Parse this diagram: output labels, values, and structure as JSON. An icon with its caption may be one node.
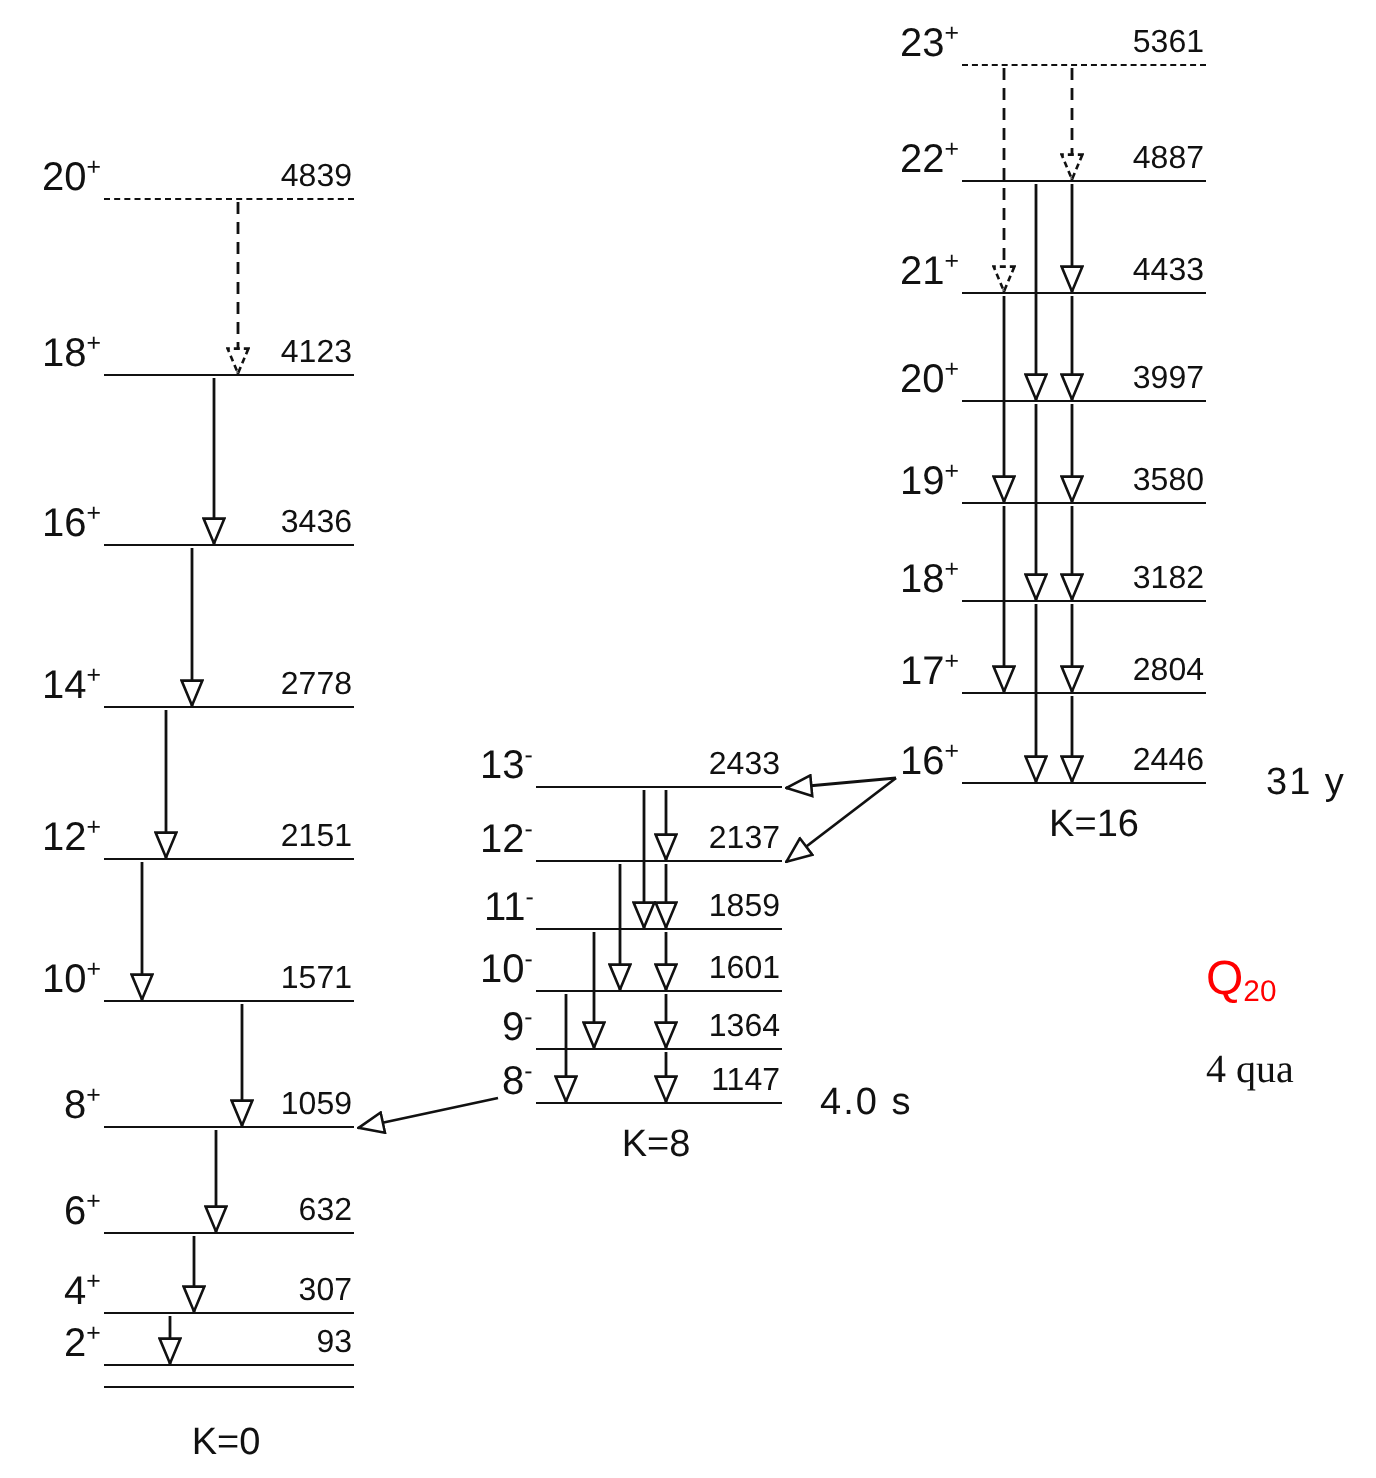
{
  "diagram": {
    "nodes": [
      {
        "text": [
          "20$^{+}$",
          "4839"
        ]
      },
      {
        "text": [
          "18$^{+}$",
          "4123"
        ]
      },
      {
        "text": [
          "16$^{+}$",
          "3436"
        ]
      },
      {
        "text": [
          "14$^{+}$",
          "2778"
        ]
      },
      {
        "text": [
          "12$^{+}$",
          "2151"
        ]
      },
      {
        "text": [
          "10$^{+}$",
          "1571"
        ]
      },
      {
        "text": [
          "8$^{+}$",
          "1059"
        ]
      },
      {
        "text": [
          "6$^{+}$",
          "632"
        ]
      },
      {
        "text": [
          "4$^{+}$",
          "307"
        ]
      },
      {
        "text": [
          "2$^{+}$",
          "93"
        ]
      },
      {
        "text": [],
        "shape": "bar"
      },
      {
        "text": [
          "13$^{-}$",
          "2433"
        ]
      },
      {
        "text": [
          "12$^{-}$",
          "2137"
        ]
      },
      {
        "text": [
          "11$^{-}$",
          "1859"
        ]
      },
      {
        "text": [
          "10$^{-}$",
          "1601"
        ]
      },
      {
        "text": [
          "9$^{-}$",
          "1364"
        ]
      },
      {
        "text": [
          "8$^{-}$",
          "1147"
        ],
        "beside": [
          "4.0 s"
        ]
      },
      {
        "text": [
          "23$^{+}$",
          "5361"
        ]
      },
      {
        "text": [
          "22$^{+}$",
          "4887"
        ]
      },
      {
        "text": [
          "21$^{+}$",
          "4433"
        ]
      },
      {
        "text": [
          "20$^{+}$",
          "3997"
        ]
      },
      {
        "text": [
          "19$^{+}$",
          "3580"
        ]
      },
      {
        "text": [
          "18$^{+}$",
          "3182"
        ]
      },
      {
        "text": [
          "17$^{+}$",
          "2804"
        ]
      },
      {
        "text": [
          "16$^{+}$",
          "2446"
        ],
        "beside": [
          "31 y"
        ]
      }
    ],
    "edges": [
      {
        "from": 0,
        "to": 1,
        "arrow": "to",
        "style": "dashed"
      },
      {
        "from": 1,
        "to": 2,
        "arrow": "to"
      },
      {
        "from": 2,
        "to": 3,
        "arrow": "to"
      },
      {
        "from": 3,
        "to": 4,
        "arrow": "to"
      },
      {
        "from": 4,
        "to": 5,
        "arrow": "to"
      },
      {
        "from": 5,
        "to": 6,
        "arrow": "to"
      },
      {
        "from": 6,
        "to": 7,
        "arrow": "to"
      },
      {
        "from": 7,
        "to": 8,
        "arrow": "to"
      },
      {
        "from": 8,
        "to": 9,
        "arrow": "to"
      },
      {
        "from": 11,
        "to": 12,
        "arrow": "to"
      },
      {
        "from": 11,
        "to": 13,
        "arrow": "to"
      },
      {
        "from": 12,
        "to": 13,
        "arrow": "to"
      },
      {
        "from": 12,
        "to": 14,
        "arrow": "to"
      },
      {
        "from": 13,
        "to": 14,
        "arrow": "to"
      },
      {
        "from": 13,
        "to": 15,
        "arrow": "to"
      },
      {
        "from": 14,
        "to": 15,
        "arrow": "to"
      },
      {
        "from": 14,
        "to": 16,
        "arrow": "to"
      },
      {
        "from": 15,
        "to": 16,
        "arrow": "to"
      },
      {
        "from": 16,
        "to": 6,
        "arrow": "to"
      },
      {
        "from": 17,
        "to": 18,
        "arrow": "to",
        "style": "dashed"
      },
      {
        "from": 17,
        "to": 19,
        "arrow": "to",
        "style": "dashed"
      },
      {
        "from": 18,
        "to": 19,
        "arrow": "to"
      },
      {
        "from": 18,
        "to": 20,
        "arrow": "to"
      },
      {
        "from": 19,
        "to": 20,
        "arrow": "to"
      },
      {
        "from": 19,
        "to": 21,
        "arrow": "to"
      },
      {
        "from": 20,
        "to": 21,
        "arrow": "to"
      },
      {
        "from": 20,
        "to": 22,
        "arrow": "to"
      },
      {
        "from": 21,
        "to": 22,
        "arrow": "to"
      },
      {
        "from": 21,
        "to": 23,
        "arrow": "to"
      },
      {
        "from": 22,
        "to": 23,
        "arrow": "to"
      },
      {
        "from": 22,
        "to": 24,
        "arrow": "to"
      },
      {
        "from": 23,
        "to": 24,
        "arrow": "to"
      },
      {
        "from": 24,
        "to": 11,
        "arrow": "to"
      },
      {
        "from": 24,
        "to": 12,
        "arrow": "to"
      }
    ],
    "labels": [
      "K=16",
      "Q$_{20}$",
      "4 qua",
      "K=8",
      "K=0"
    ]
  }
}
